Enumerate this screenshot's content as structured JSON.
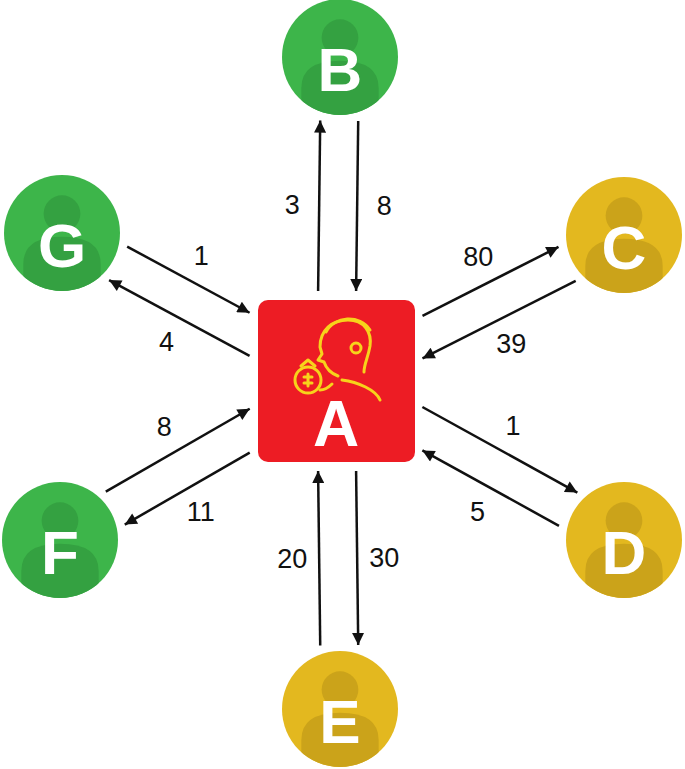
{
  "diagram": {
    "nodes": [
      {
        "text": [
          "B"
        ]
      },
      {
        "text": [
          "G"
        ]
      },
      {
        "text": [
          "C"
        ]
      },
      {
        "text": [
          "A"
        ]
      },
      {
        "text": [
          "F"
        ]
      },
      {
        "text": [
          "D"
        ]
      },
      {
        "text": [
          "E"
        ]
      }
    ],
    "edges": [
      {
        "from": 3,
        "to": 0,
        "arrow": "to",
        "label": "3"
      },
      {
        "from": 0,
        "to": 3,
        "arrow": "to",
        "label": "8"
      },
      {
        "from": 3,
        "to": 2,
        "arrow": "to",
        "label": "80"
      },
      {
        "from": 2,
        "to": 3,
        "arrow": "to",
        "label": "39"
      },
      {
        "from": 3,
        "to": 5,
        "arrow": "to",
        "label": "1"
      },
      {
        "from": 5,
        "to": 3,
        "arrow": "to",
        "label": "5"
      },
      {
        "from": 6,
        "to": 3,
        "arrow": "to",
        "label": "20"
      },
      {
        "from": 3,
        "to": 6,
        "arrow": "to",
        "label": "30"
      },
      {
        "from": 4,
        "to": 3,
        "arrow": "to",
        "label": "8"
      },
      {
        "from": 3,
        "to": 4,
        "arrow": "to",
        "label": "11"
      },
      {
        "from": 1,
        "to": 3,
        "arrow": "to",
        "label": "1"
      },
      {
        "from": 3,
        "to": 1,
        "arrow": "to",
        "label": "4"
      }
    ]
  }
}
